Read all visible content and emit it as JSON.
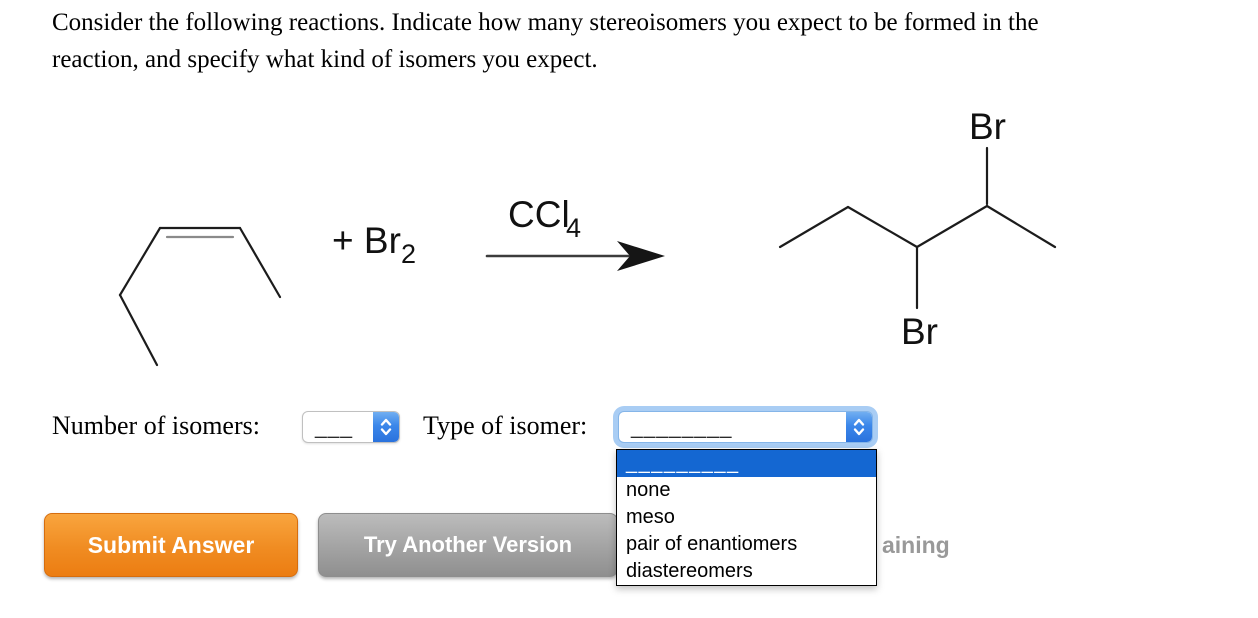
{
  "question": {
    "lines": [
      "Consider the following reactions. Indicate how many stereoisomers you expect to be formed in the",
      "reaction, and specify what kind of isomers you expect."
    ]
  },
  "reaction": {
    "plus_reagent": "+ Br",
    "reagent_sub": "2",
    "solvent": "CCl",
    "solvent_sub": "4",
    "product_br_top": "Br",
    "product_br_bottom": "Br"
  },
  "form": {
    "number_label": "Number of isomers:",
    "number_value": "___",
    "type_label": "Type of isomer:",
    "type_value": "________"
  },
  "dropdown": {
    "options": [
      "_________",
      "none",
      "meso",
      "pair of enantiomers",
      "diastereomers"
    ],
    "highlighted_index": 0
  },
  "buttons": {
    "submit": "Submit Answer",
    "try_another": "Try Another Version"
  },
  "status": {
    "visible_fragment": "aining"
  },
  "colors": {
    "accent_orange": "#ec7d12",
    "button_gray": "#8f8f8f",
    "highlight_blue": "#1467d2",
    "stepper_blue": "#2a72dd",
    "focus_ring_blue": "#a9cdf4",
    "muted_text_gray": "#999999"
  }
}
